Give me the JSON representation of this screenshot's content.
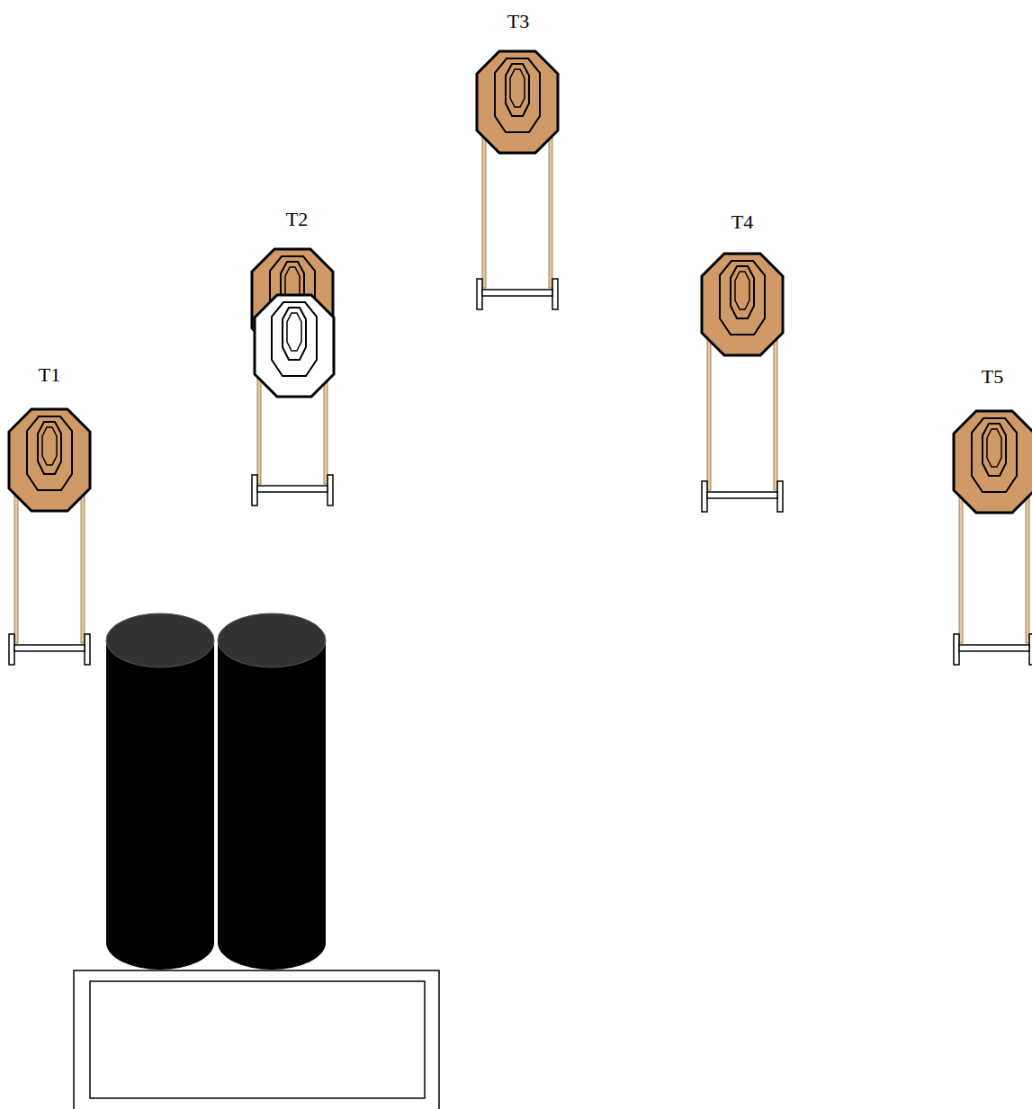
{
  "diagram": {
    "labels": [
      "T1",
      "T2",
      "T3",
      "T4",
      "T5"
    ]
  }
}
